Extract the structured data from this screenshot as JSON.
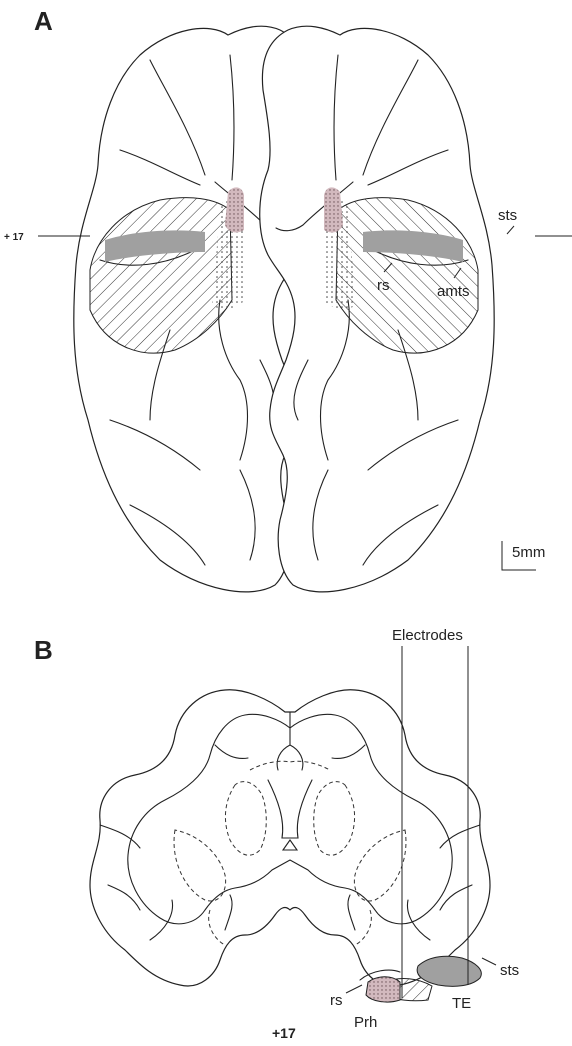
{
  "panel_a": {
    "label": "A",
    "level_marker": "+ 17",
    "sulci": {
      "sts": "sts",
      "rs": "rs",
      "amts": "amts"
    },
    "scale_bar": "5mm"
  },
  "panel_b": {
    "label": "B",
    "electrodes_label": "Electrodes",
    "labels": {
      "rs": "rs",
      "prh": "Prh",
      "te": "TE",
      "sts": "sts"
    },
    "level": "+17"
  },
  "colors": {
    "shade": "#a0a0a0",
    "stipple": "#555555",
    "pink": "#c9aab0",
    "line": "#222222"
  }
}
